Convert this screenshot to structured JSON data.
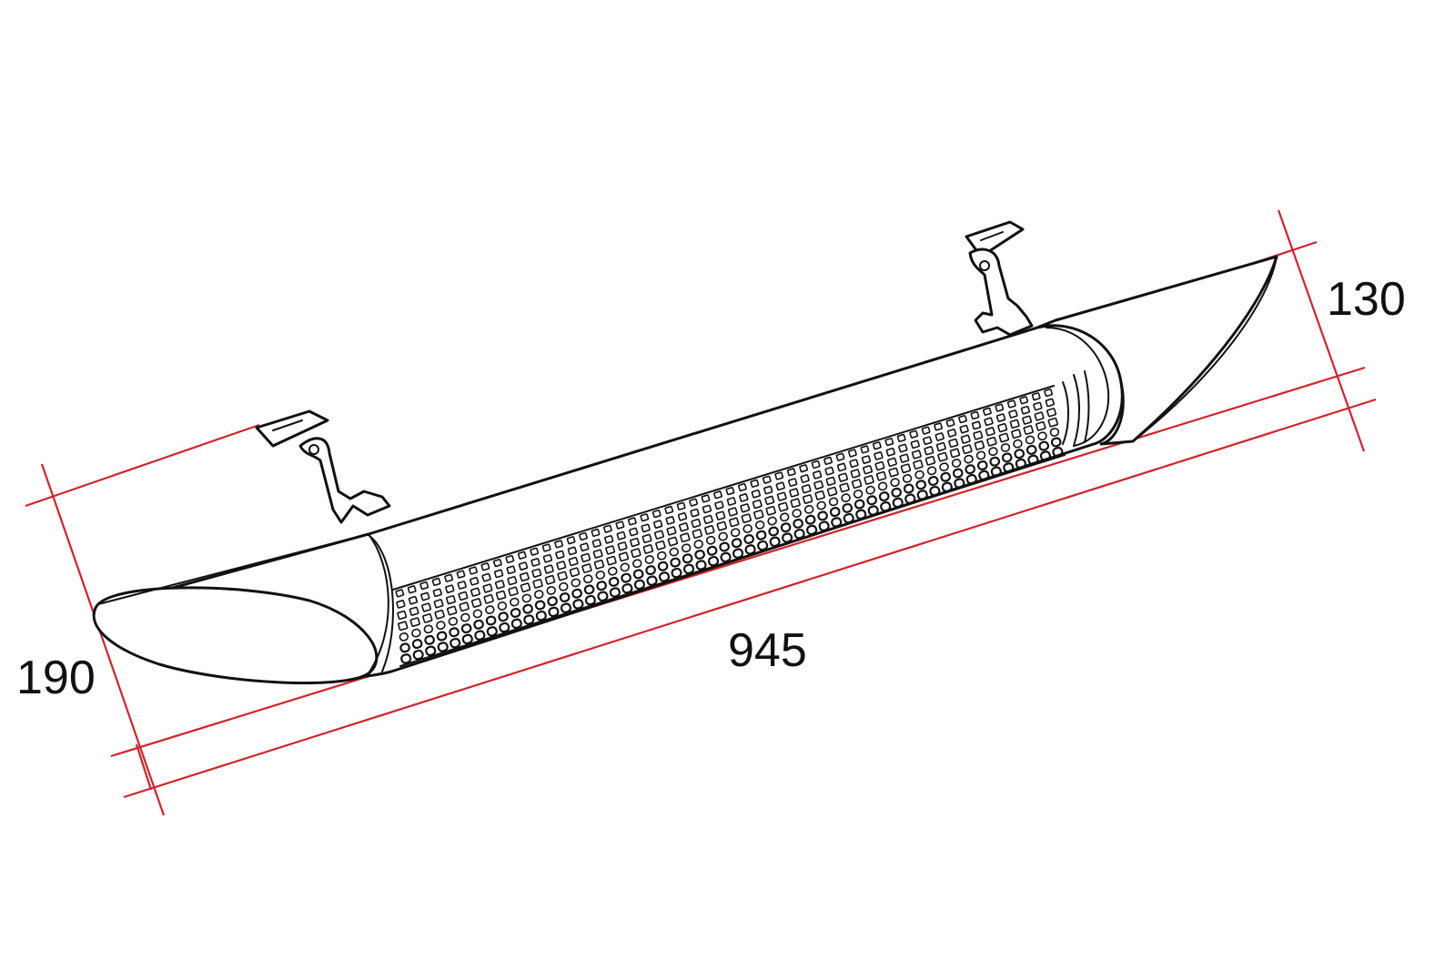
{
  "diagram": {
    "dimensions": {
      "height_left": "190",
      "length": "945",
      "height_right": "130"
    },
    "colors": {
      "dimension_line": "#d2232a",
      "outline": "#111111",
      "background": "#ffffff"
    }
  }
}
